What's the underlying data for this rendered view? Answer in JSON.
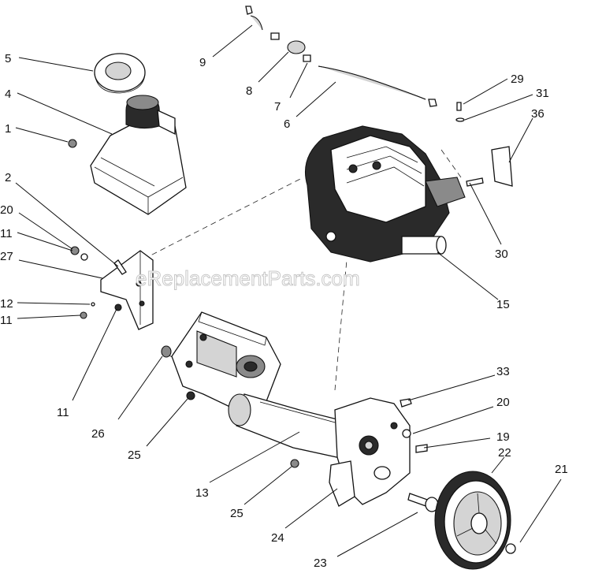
{
  "watermark": "eReplacementParts.com",
  "callouts": {
    "c1": "1",
    "c2": "2",
    "c4": "4",
    "c5": "5",
    "c6": "6",
    "c7": "7",
    "c8": "8",
    "c9": "9",
    "c11a": "11",
    "c11b": "11",
    "c11c": "11",
    "c12": "12",
    "c13": "13",
    "c15": "15",
    "c19": "19",
    "c20a": "20",
    "c20b": "20",
    "c21": "21",
    "c22": "22",
    "c23": "23",
    "c24": "24",
    "c25a": "25",
    "c25b": "25",
    "c26": "26",
    "c27": "27",
    "c29": "29",
    "c30": "30",
    "c31": "31",
    "c33": "33",
    "c36": "36"
  }
}
